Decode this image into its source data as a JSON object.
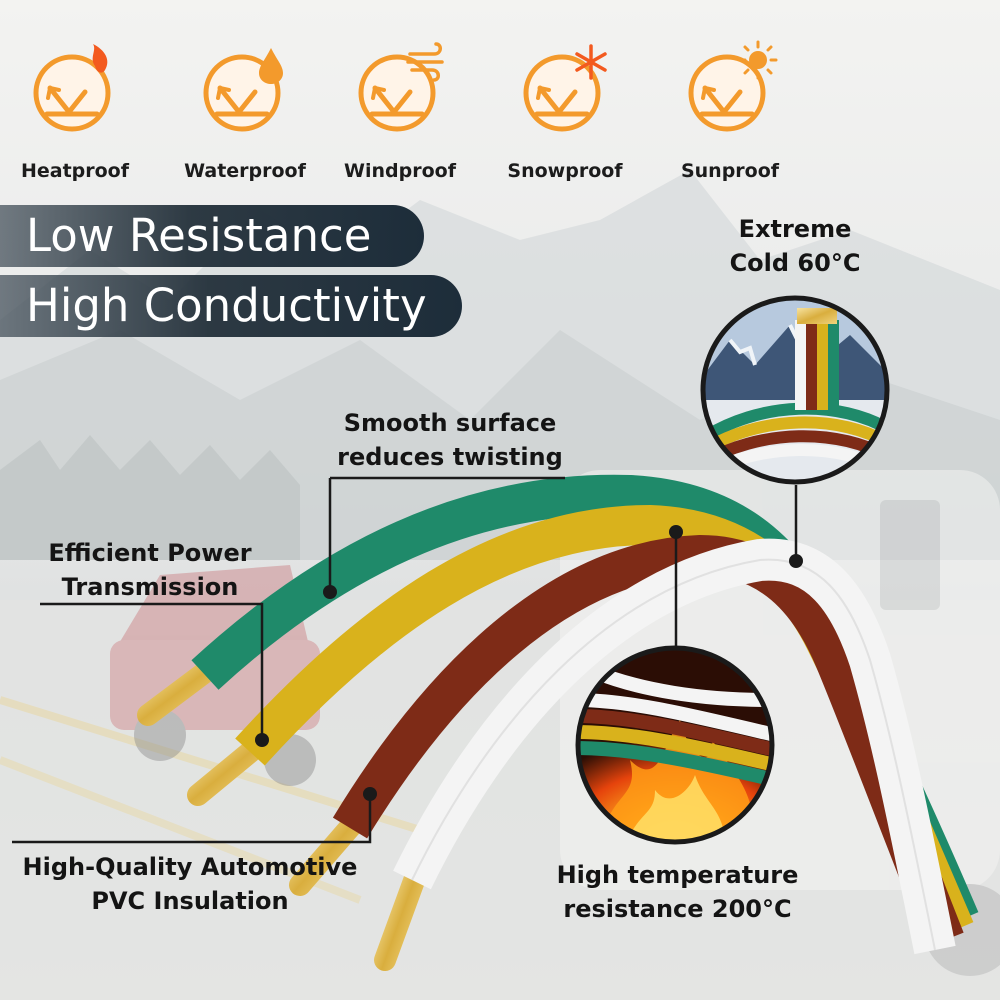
{
  "features": [
    {
      "label": "Heatproof",
      "icon": "flame-icon"
    },
    {
      "label": "Waterproof",
      "icon": "water-drop-icon"
    },
    {
      "label": "Windproof",
      "icon": "wind-icon"
    },
    {
      "label": "Snowproof",
      "icon": "snowflake-icon"
    },
    {
      "label": "Sunproof",
      "icon": "sun-icon"
    }
  ],
  "banners": {
    "line1": "Low Resistance",
    "line2": "High Conductivity"
  },
  "callouts": {
    "cold": {
      "line1": "Extreme",
      "line2": "Cold 60°C"
    },
    "smooth": {
      "line1": "Smooth surface",
      "line2": "reduces twisting"
    },
    "power": {
      "line1": "Efficient Power",
      "line2": "Transmission"
    },
    "pvc": {
      "line1": "High-Quality Automotive",
      "line2": "PVC Insulation"
    },
    "heat": {
      "line1": "High temperature",
      "line2": "resistance 200°C"
    }
  },
  "colors": {
    "accent_orange": "#f39a2c",
    "banner_navy": "#1d2d3a",
    "wire_green": "#1f8a6a",
    "wire_yellow": "#d9b21c",
    "wire_brown": "#7e2b17",
    "wire_white": "#f2f2f2",
    "copper": "#e2bd55"
  }
}
